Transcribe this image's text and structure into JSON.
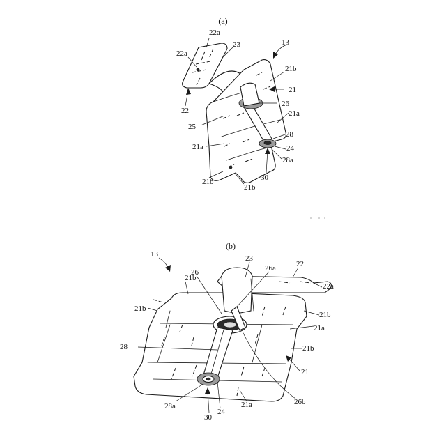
{
  "figure_a": {
    "caption": "(a)",
    "labels": {
      "ref_13": "13",
      "ref_22a_1": "22a",
      "ref_22a_2": "22a",
      "ref_23": "23",
      "ref_21b_1": "21b",
      "ref_21": "21",
      "ref_22": "22",
      "ref_26": "26",
      "ref_21a_1": "21a",
      "ref_25": "25",
      "ref_28": "28",
      "ref_21a_2": "21a",
      "ref_24": "24",
      "ref_28a": "28a",
      "ref_30": "30",
      "ref_21b_2": "21b",
      "ref_21b_3": "21b"
    }
  },
  "figure_b": {
    "caption": "(b)",
    "labels": {
      "ref_13": "13",
      "ref_23": "23",
      "ref_22": "22",
      "ref_26": "26",
      "ref_26a": "26a",
      "ref_21b_1": "21b",
      "ref_22a": "22a",
      "ref_21b_2": "21b",
      "ref_21b_3": "21b",
      "ref_21a_1": "21a",
      "ref_28": "28",
      "ref_21b_4": "21b",
      "ref_21": "21",
      "ref_28a": "28a",
      "ref_30": "30",
      "ref_24": "24",
      "ref_21a_2": "21a",
      "ref_26b": "26b"
    }
  },
  "icons": {
    "arrow_13_a": "curved-arrow-icon",
    "arrow_13_b": "curved-arrow-icon"
  }
}
